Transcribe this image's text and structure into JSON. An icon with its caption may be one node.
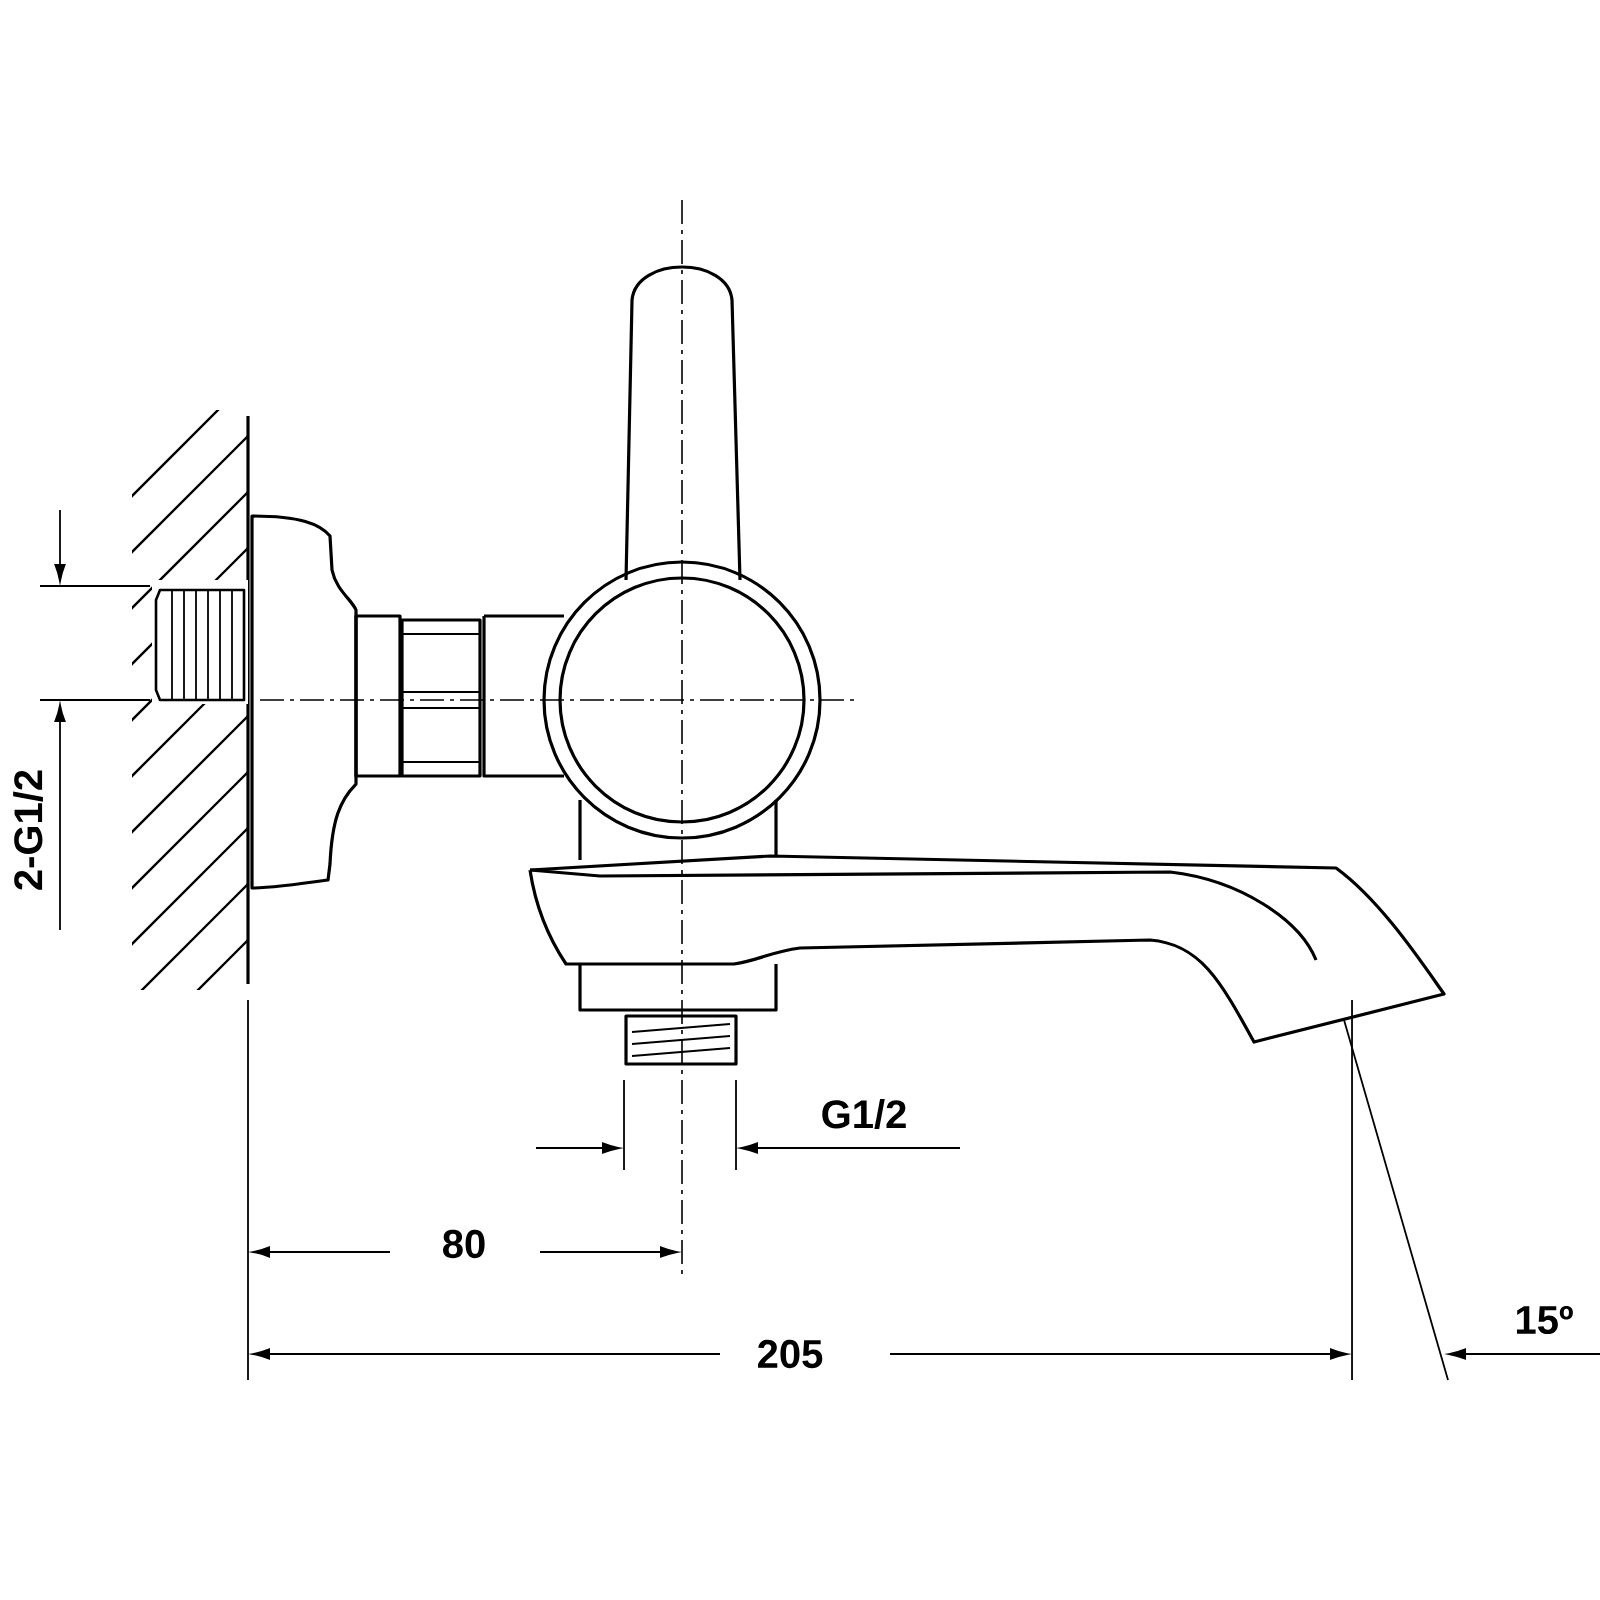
{
  "diagram": {
    "labels": [
      "2-G1/2",
      "G1/2",
      "80",
      "205",
      "15º"
    ]
  }
}
